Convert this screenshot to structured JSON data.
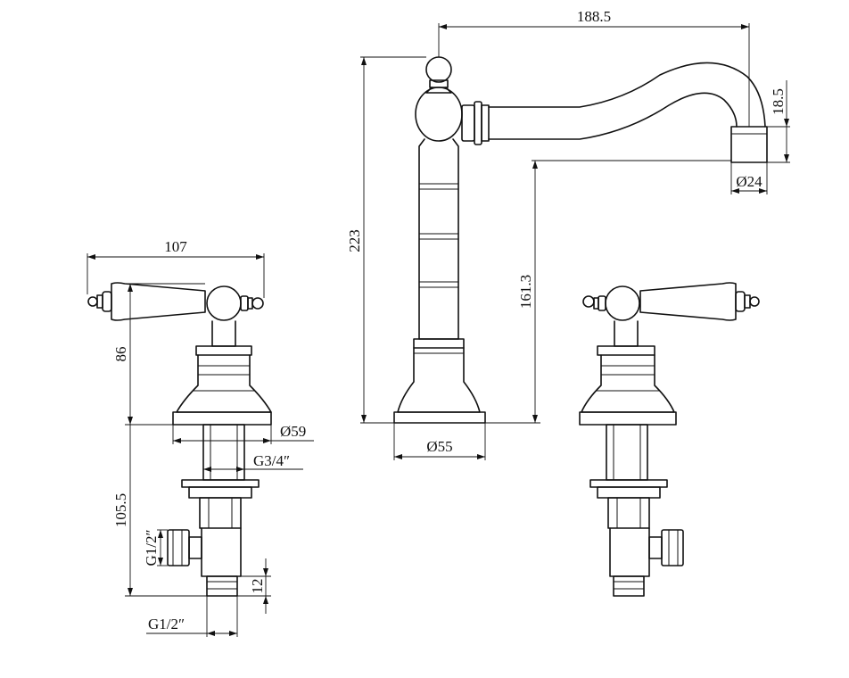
{
  "dimensions": {
    "left_handle_width": "107",
    "handle_height": "86",
    "flange_diameter": "Ø59",
    "thread_g34": "G3/4″",
    "valve_height": "105.5",
    "side_inlet_thread": "G1/2″",
    "bottom_thread_length": "12",
    "bottom_thread": "G1/2″",
    "spout_total_height": "223",
    "base_diameter": "Ø55",
    "spout_outlet_height": "161.3",
    "spout_reach": "188.5",
    "spout_tip_height": "18.5",
    "spout_outlet_diameter": "Ø24"
  }
}
